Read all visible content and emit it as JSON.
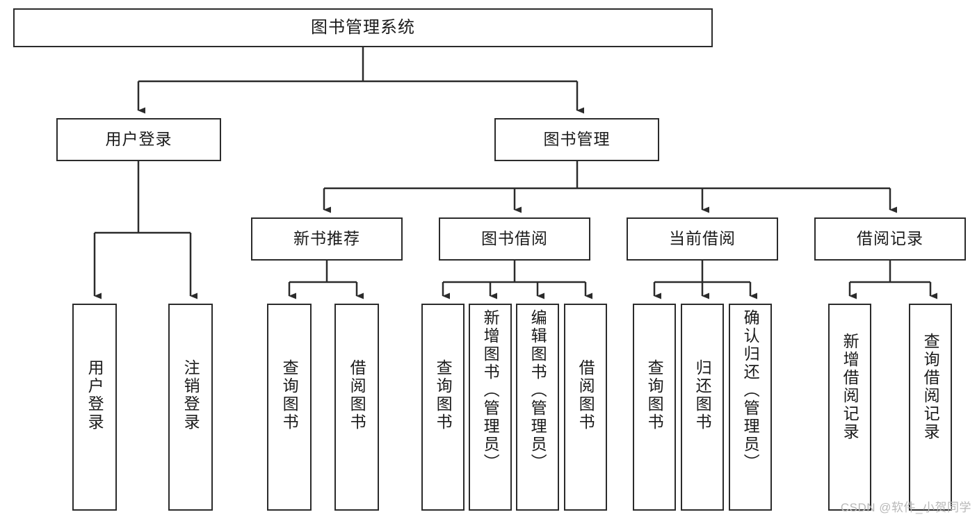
{
  "diagram": {
    "title": "图书管理系统",
    "watermark": "CSDN @软件_小贺同学",
    "colors": {
      "stroke": "#2b2b2b",
      "fill": "#ffffff",
      "text": "#1a1a1a",
      "watermark": "#b8b8b8"
    },
    "levels": {
      "root": {
        "label": "图书管理系统"
      },
      "level2": [
        {
          "label": "用户登录"
        },
        {
          "label": "图书管理"
        }
      ],
      "level3": [
        {
          "label": "新书推荐"
        },
        {
          "label": "图书借阅"
        },
        {
          "label": "当前借阅"
        },
        {
          "label": "借阅记录"
        }
      ],
      "leaves": {
        "user_login": [
          {
            "label": "用户登录"
          },
          {
            "label": "注销登录"
          }
        ],
        "new_book_recommend": [
          {
            "label": "查询图书"
          },
          {
            "label": "借阅图书"
          }
        ],
        "book_borrow": [
          {
            "label": "查询图书"
          },
          {
            "label": "新增图书（管理员）"
          },
          {
            "label": "编辑图书（管理员）"
          },
          {
            "label": "借阅图书"
          }
        ],
        "current_borrow": [
          {
            "label": "查询图书"
          },
          {
            "label": "归还图书"
          },
          {
            "label": "确认归还（管理员）"
          }
        ],
        "borrow_record": [
          {
            "label": "新增借阅记录"
          },
          {
            "label": "查询借阅记录"
          }
        ]
      }
    }
  }
}
